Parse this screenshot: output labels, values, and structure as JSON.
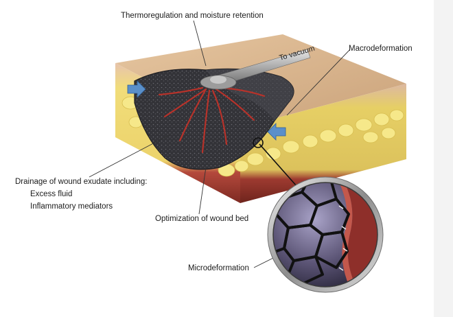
{
  "labels": {
    "thermo": "Thermoregulation and moisture retention",
    "macro": "Macrodeformation",
    "to_vacuum": "To vacuum",
    "drainage": "Drainage of wound exudate including:",
    "excess_fluid": "Excess fluid",
    "inflammatory": "Inflammatory mediators",
    "optimization": "Optimization of wound bed",
    "micro": "Microdeformation"
  },
  "colors": {
    "skin_top": "#d9b48c",
    "epidermis": "#e8c7b0",
    "fat": "#f0dc6a",
    "muscle": "#a83a2e",
    "foam": "#3a3a3f",
    "arrow": "#5a8fc9",
    "tube": "#b9b9b9"
  }
}
